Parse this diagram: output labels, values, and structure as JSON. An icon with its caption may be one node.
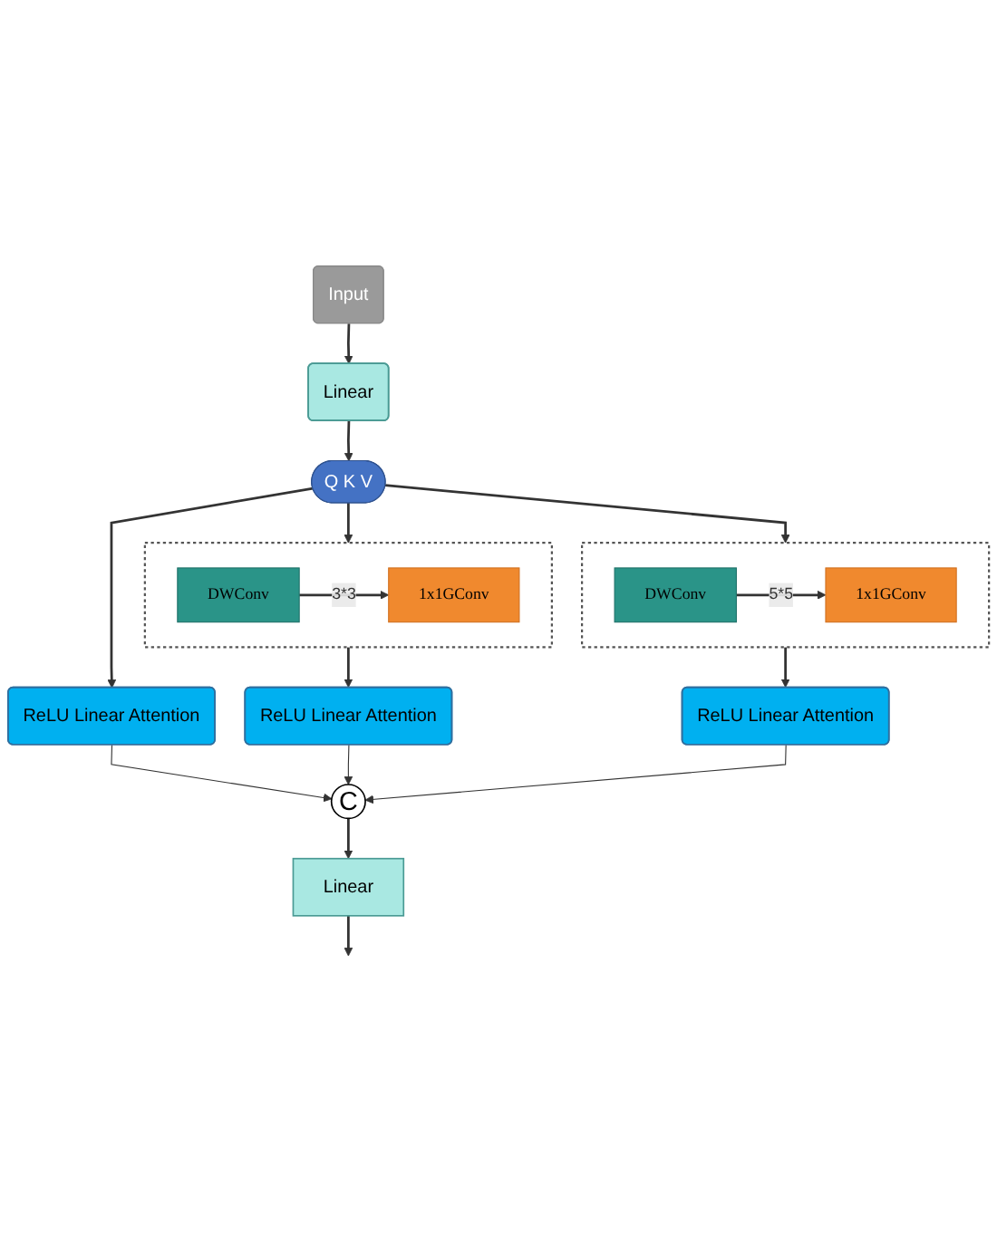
{
  "diagram": {
    "nodes": [
      {
        "text": [
          "Input"
        ]
      },
      {
        "text": [
          "Linear"
        ]
      },
      {
        "text": [
          "Q K V"
        ]
      },
      {
        "text": [
          "ReLU Linear Attention"
        ]
      },
      {
        "text": [],
        "shape": "box"
      },
      {
        "text": [
          "DWConv"
        ],
        "in": 4
      },
      {
        "text": [
          "1x1GConv"
        ],
        "in": 4
      },
      {
        "text": [
          "ReLU Linear Attention"
        ]
      },
      {
        "text": [],
        "shape": "box"
      },
      {
        "text": [
          "DWConv"
        ],
        "in": 8
      },
      {
        "text": [
          "1x1GConv"
        ],
        "in": 8
      },
      {
        "text": [
          "ReLU Linear Attention"
        ]
      },
      {
        "text": [
          "C"
        ]
      },
      {
        "text": [
          "Linear"
        ]
      }
    ],
    "edges": [
      {
        "from": 0,
        "to": 1,
        "arrow": "to"
      },
      {
        "from": 1,
        "to": 2,
        "arrow": "to"
      },
      {
        "from": 2,
        "to": 3,
        "arrow": "to"
      },
      {
        "from": 2,
        "to": 4,
        "arrow": "to"
      },
      {
        "from": 2,
        "to": 8,
        "arrow": "to"
      },
      {
        "from": 5,
        "to": 6,
        "arrow": "to",
        "label": "3*3"
      },
      {
        "from": 9,
        "to": 10,
        "arrow": "to",
        "label": "5*5"
      },
      {
        "from": 4,
        "to": 7,
        "arrow": "to"
      },
      {
        "from": 8,
        "to": 11,
        "arrow": "to"
      },
      {
        "from": 3,
        "to": 12,
        "arrow": "to"
      },
      {
        "from": 7,
        "to": 12,
        "arrow": "to"
      },
      {
        "from": 11,
        "to": 12,
        "arrow": "to"
      },
      {
        "from": 12,
        "to": 13,
        "arrow": "to"
      },
      {
        "from": 13,
        "to": null,
        "arrow": "to"
      }
    ]
  }
}
